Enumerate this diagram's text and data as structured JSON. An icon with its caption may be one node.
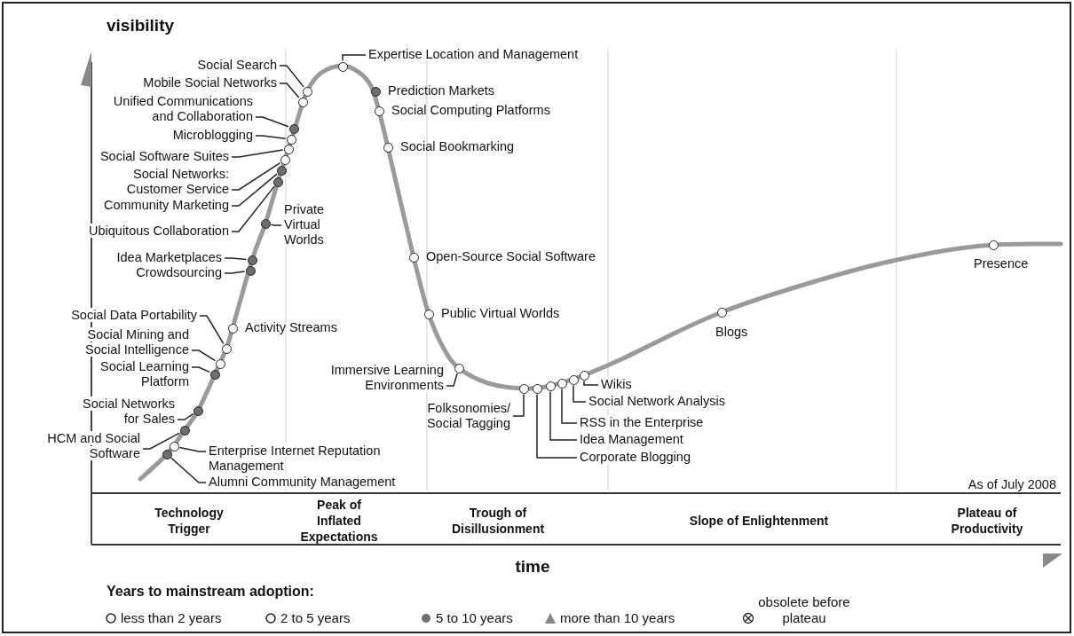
{
  "diagram": {
    "nodes": [
      {
        "text": [
          "Social Search"
        ]
      },
      {
        "text": [],
        "shape": "circle"
      },
      {
        "text": [
          "Mobile Social Networks"
        ]
      },
      {
        "text": [],
        "shape": "circle"
      },
      {
        "text": [
          "Unified Communications and Collaboration"
        ]
      },
      {
        "text": [],
        "shape": "circle"
      },
      {
        "text": [
          "Microblogging"
        ]
      },
      {
        "text": [],
        "shape": "circle"
      },
      {
        "text": [
          "Social Software Suites"
        ]
      },
      {
        "text": [],
        "shape": "circle"
      },
      {
        "text": [
          "Social Networks: Customer Service"
        ]
      },
      {
        "text": [],
        "shape": "circle"
      },
      {
        "text": [
          "Community Marketing"
        ]
      },
      {
        "text": [],
        "shape": "circle"
      },
      {
        "text": [
          "Ubiquitous Collaboration"
        ]
      },
      {
        "text": [],
        "shape": "circle"
      },
      {
        "text": [
          "Private Virtual Worlds"
        ]
      },
      {
        "text": [],
        "shape": "circle"
      },
      {
        "text": [
          "Idea Marketplaces"
        ]
      },
      {
        "text": [],
        "shape": "circle"
      },
      {
        "text": [
          "Crowdsourcing"
        ]
      },
      {
        "text": [],
        "shape": "circle"
      },
      {
        "text": [
          "Social Data Portability"
        ]
      },
      {
        "text": [],
        "shape": "circle"
      },
      {
        "text": [],
        "shape": "circle",
        "beside": [
          "Activity Streams"
        ]
      },
      {
        "text": [
          "Social Mining and Social Intelligence"
        ]
      },
      {
        "text": [],
        "shape": "circle"
      },
      {
        "text": [
          "Social Learning Platform"
        ]
      },
      {
        "text": [],
        "shape": "circle"
      },
      {
        "text": [
          "Social Networks for Sales"
        ]
      },
      {
        "text": [],
        "shape": "circle"
      },
      {
        "text": [
          "HCM and Social Software"
        ]
      },
      {
        "text": [],
        "shape": "circle"
      },
      {
        "text": [
          "Enterprise Internet Reputation Management"
        ]
      },
      {
        "text": [],
        "shape": "circle"
      },
      {
        "text": [
          "Alumni Community Management"
        ]
      },
      {
        "text": [],
        "shape": "circle"
      },
      {
        "text": [
          "Expertise Location and Management"
        ]
      },
      {
        "text": [],
        "shape": "circle"
      },
      {
        "text": [],
        "shape": "circle",
        "beside": [
          "Prediction Markets"
        ]
      },
      {
        "text": [],
        "shape": "circle",
        "beside": [
          "Social Computing Platforms"
        ]
      },
      {
        "text": [],
        "shape": "circle",
        "beside": [
          "Social Bookmarking"
        ]
      },
      {
        "text": [],
        "shape": "circle",
        "beside": [
          "Open-Source Social Software"
        ]
      },
      {
        "text": [],
        "shape": "circle",
        "beside": [
          "Public Virtual Worlds"
        ]
      },
      {
        "text": [
          "Immersive Learning Environments"
        ]
      },
      {
        "text": [],
        "shape": "circle"
      },
      {
        "text": [
          "Folksonomies/ Social Tagging"
        ]
      },
      {
        "text": [],
        "shape": "circle"
      },
      {
        "text": [
          "Corporate Blogging"
        ]
      },
      {
        "text": [],
        "shape": "circle"
      },
      {
        "text": [
          "Idea Management"
        ]
      },
      {
        "text": [],
        "shape": "circle"
      },
      {
        "text": [
          "RSS in the Enterprise"
        ]
      },
      {
        "text": [],
        "shape": "circle"
      },
      {
        "text": [
          "Social Network Analysis"
        ]
      },
      {
        "text": [],
        "shape": "circle"
      },
      {
        "text": [
          "Wikis"
        ]
      },
      {
        "text": [],
        "shape": "circle"
      },
      {
        "text": [],
        "shape": "circle",
        "beside": [
          "Blogs"
        ]
      },
      {
        "text": [],
        "shape": "circle",
        "beside": [
          "Presence"
        ]
      }
    ],
    "edges": [
      {
        "from": 0,
        "to": 1,
        "arrow": "none"
      },
      {
        "from": 2,
        "to": 3,
        "arrow": "none"
      },
      {
        "from": 4,
        "to": 5,
        "arrow": "none"
      },
      {
        "from": 6,
        "to": 7,
        "arrow": "none"
      },
      {
        "from": 8,
        "to": 9,
        "arrow": "none"
      },
      {
        "from": 10,
        "to": 11,
        "arrow": "none"
      },
      {
        "from": 12,
        "to": 13,
        "arrow": "none"
      },
      {
        "from": 14,
        "to": 15,
        "arrow": "none"
      },
      {
        "from": 16,
        "to": 17,
        "arrow": "none"
      },
      {
        "from": 18,
        "to": 19,
        "arrow": "none"
      },
      {
        "from": 20,
        "to": 21,
        "arrow": "none"
      },
      {
        "from": 22,
        "to": 23,
        "arrow": "none"
      },
      {
        "from": 25,
        "to": 26,
        "arrow": "none"
      },
      {
        "from": 27,
        "to": 28,
        "arrow": "none"
      },
      {
        "from": 29,
        "to": 30,
        "arrow": "none"
      },
      {
        "from": 31,
        "to": 32,
        "arrow": "none"
      },
      {
        "from": 33,
        "to": 34,
        "arrow": "none"
      },
      {
        "from": 35,
        "to": 36,
        "arrow": "none"
      },
      {
        "from": 37,
        "to": 38,
        "arrow": "none"
      },
      {
        "from": 44,
        "to": 45,
        "arrow": "none"
      },
      {
        "from": 46,
        "to": 47,
        "arrow": "none"
      },
      {
        "from": 48,
        "to": 49,
        "arrow": "none"
      },
      {
        "from": 50,
        "to": 51,
        "arrow": "none"
      },
      {
        "from": 52,
        "to": 53,
        "arrow": "none"
      },
      {
        "from": 54,
        "to": 55,
        "arrow": "none"
      },
      {
        "from": 56,
        "to": 57,
        "arrow": "none"
      }
    ],
    "labels": [
      "visibility",
      "As of July 2008",
      "Technology Trigger",
      "Peak of Inflated Expectations",
      "Trough of Disillusionment",
      "Slope of Enlightenment",
      "Plateau of Productivity",
      "time",
      "Years to mainstream adoption:"
    ],
    "legend": [
      {
        "text": "less than 2 years"
      },
      {
        "text": "2 to 5 years"
      },
      {
        "text": "5 to 10 years",
        "color": "#6e6e6e"
      },
      {
        "text": "more than 10 years"
      },
      {
        "text": "obsolete before plateau"
      }
    ]
  }
}
